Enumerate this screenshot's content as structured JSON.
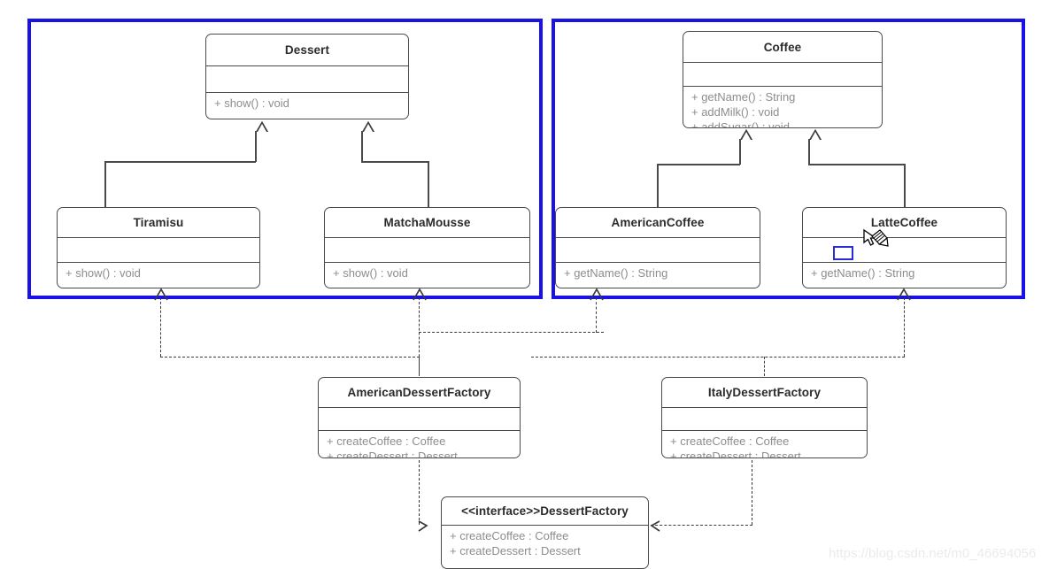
{
  "diagram": {
    "kind": "uml-class-diagram",
    "background": "#ffffff",
    "selection_color": "#1a10e8",
    "line_color": "#4a4a4a",
    "member_text_color": "#8d8d8d"
  },
  "selections": [
    {
      "name": "dessert-group-selection"
    },
    {
      "name": "coffee-group-selection"
    }
  ],
  "classes": {
    "dessert": {
      "title": "Dessert",
      "attributes": [],
      "methods": [
        "+ show() : void"
      ]
    },
    "coffee": {
      "title": "Coffee",
      "attributes": [],
      "methods": [
        "+ getName() : String",
        "+ addMilk() : void",
        "+ addSugar() : void"
      ]
    },
    "tiramisu": {
      "title": "Tiramisu",
      "attributes": [],
      "methods": [
        "+ show() : void"
      ]
    },
    "matcha_mousse": {
      "title": "MatchaMousse",
      "attributes": [],
      "methods": [
        "+ show() : void"
      ]
    },
    "american_coffee": {
      "title": "AmericanCoffee",
      "attributes": [],
      "methods": [
        "+ getName() : String"
      ]
    },
    "latte_coffee": {
      "title": "LatteCoffee",
      "attributes": [],
      "methods": [
        "+ getName() : String"
      ]
    },
    "american_dessert_factory": {
      "title": "AmericanDessertFactory",
      "attributes": [],
      "methods": [
        "+ createCoffee : Coffee",
        "+ createDessert : Dessert"
      ]
    },
    "italy_dessert_factory": {
      "title": "ItalyDessertFactory",
      "attributes": [],
      "methods": [
        "+ createCoffee : Coffee",
        "+ createDessert : Dessert"
      ]
    },
    "dessert_factory": {
      "title": "<<interface>>DessertFactory",
      "methods": [
        "+ createCoffee : Coffee",
        "+ createDessert : Dessert"
      ]
    }
  },
  "cursor": {
    "type": "pencil-cursor"
  },
  "shape_marker": {
    "name": "rectangle-shape-marker",
    "color": "#2b2bd8"
  },
  "watermark": {
    "text": "https://blog.csdn.net/m0_46694056"
  }
}
